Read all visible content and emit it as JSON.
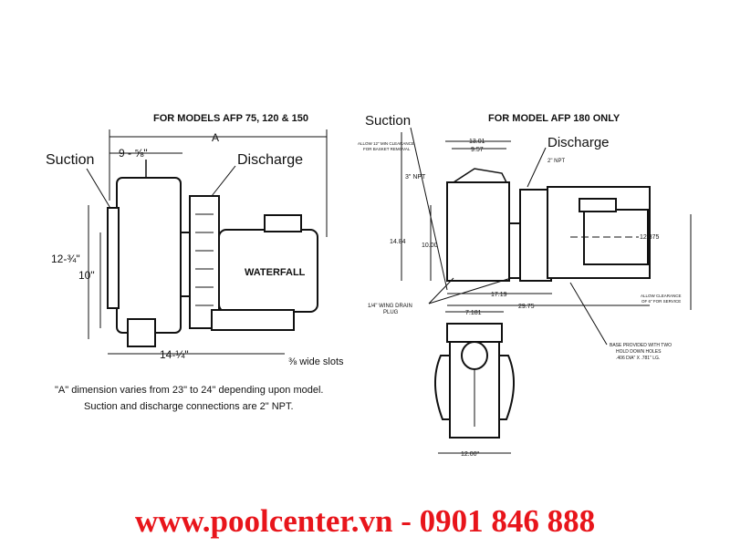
{
  "left": {
    "title": "FOR MODELS AFP 75, 120 & 150",
    "dim_a": "A",
    "dim_width": "9 - ⅝\"",
    "suction": "Suction",
    "discharge": "Discharge",
    "dim_height": "12-¾\"",
    "dim_inlet": "10\"",
    "brand": "WATERFALL",
    "dim_base": "14-¼\"",
    "slots": "⅜ wide slots",
    "note1": "\"A\" dimension varies from 23\" to 24\" depending upon model.",
    "note2": "Suction and discharge connections are 2\" NPT."
  },
  "right": {
    "title": "FOR MODEL AFP 180 ONLY",
    "suction": "Suction",
    "discharge": "Discharge",
    "dim_top": "13.01",
    "dim_lid": "9.57",
    "clearance_basket_1": "ALLOW 12\" MIN CLEARANCE",
    "clearance_basket_2": "FOR BASKET REMOVAL",
    "suction_npt": "3\" NPT",
    "discharge_npt": "2\" NPT",
    "dim_height": "14.84",
    "dim_inlet": "10.00",
    "dim_motor": "12.375",
    "dim_mid": "17.19",
    "dim_total": "29.75",
    "clearance_service_1": "ALLOW CLEARANCE",
    "clearance_service_2": "OF 6\" FOR SERVICE",
    "drain_1": "1/4\" WING DRAIN",
    "drain_2": "PLUG",
    "dim_front_top": "7.181",
    "base_1": "BASE PROVIDED WITH TWO",
    "base_2": "HOLD DOWN HOLES",
    "base_3": ".406 DIA\" X .781\" LG.",
    "dim_front_base": "12.00\""
  },
  "footer": "www.poolcenter.vn - 0901 846 888",
  "colors": {
    "footer": "#e8151b",
    "ink": "#111111"
  }
}
